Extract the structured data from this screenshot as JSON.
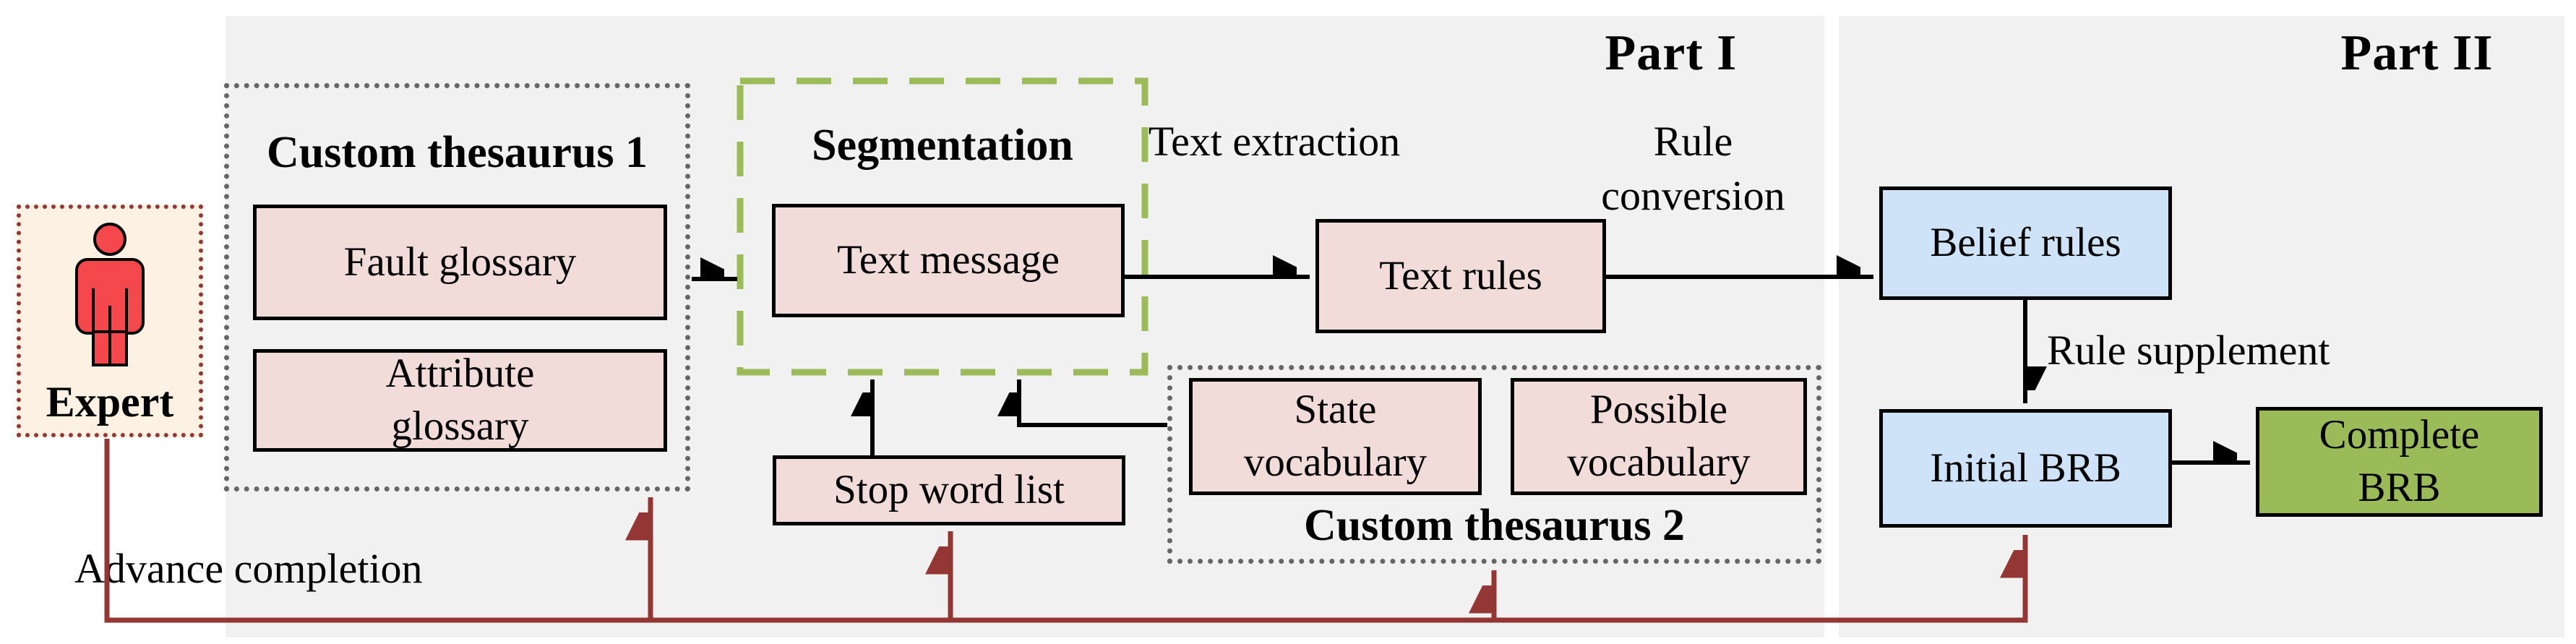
{
  "colors": {
    "panel_bg": "#f1f1f1",
    "box_pink": "#f1dcda",
    "box_blue": "#cfe3f8",
    "box_green": "#9bbb59",
    "accent_red": "#943634",
    "expert_fill": "#fdf1e3",
    "expert_border": "#953735",
    "dashed_green": "#9bbb59",
    "dotted_gray": "#666666",
    "border_black": "#000000",
    "icon_red": "#f4484c"
  },
  "sections": {
    "part1": {
      "title": "Part I"
    },
    "part2": {
      "title": "Part II"
    }
  },
  "expert": {
    "label": "Expert"
  },
  "thesaurus1": {
    "title": "Custom thesaurus 1",
    "fault": "Fault glossary",
    "attribute": "Attribute glossary"
  },
  "segmentation": {
    "title": "Segmentation",
    "text_message": "Text message"
  },
  "stop_word_list": {
    "label": "Stop word list"
  },
  "thesaurus2": {
    "title": "Custom thesaurus 2",
    "state": "State vocabulary",
    "possible": "Possible vocabulary"
  },
  "flow": {
    "text_rules": "Text rules",
    "belief_rules": "Belief rules",
    "initial_brb": "Initial BRB",
    "complete_brb": "Complete BRB"
  },
  "edge_labels": {
    "text_extraction": "Text extraction",
    "rule_conversion": "Rule conversion",
    "rule_supplement": "Rule supplement",
    "advance_completion": "Advance completion"
  }
}
